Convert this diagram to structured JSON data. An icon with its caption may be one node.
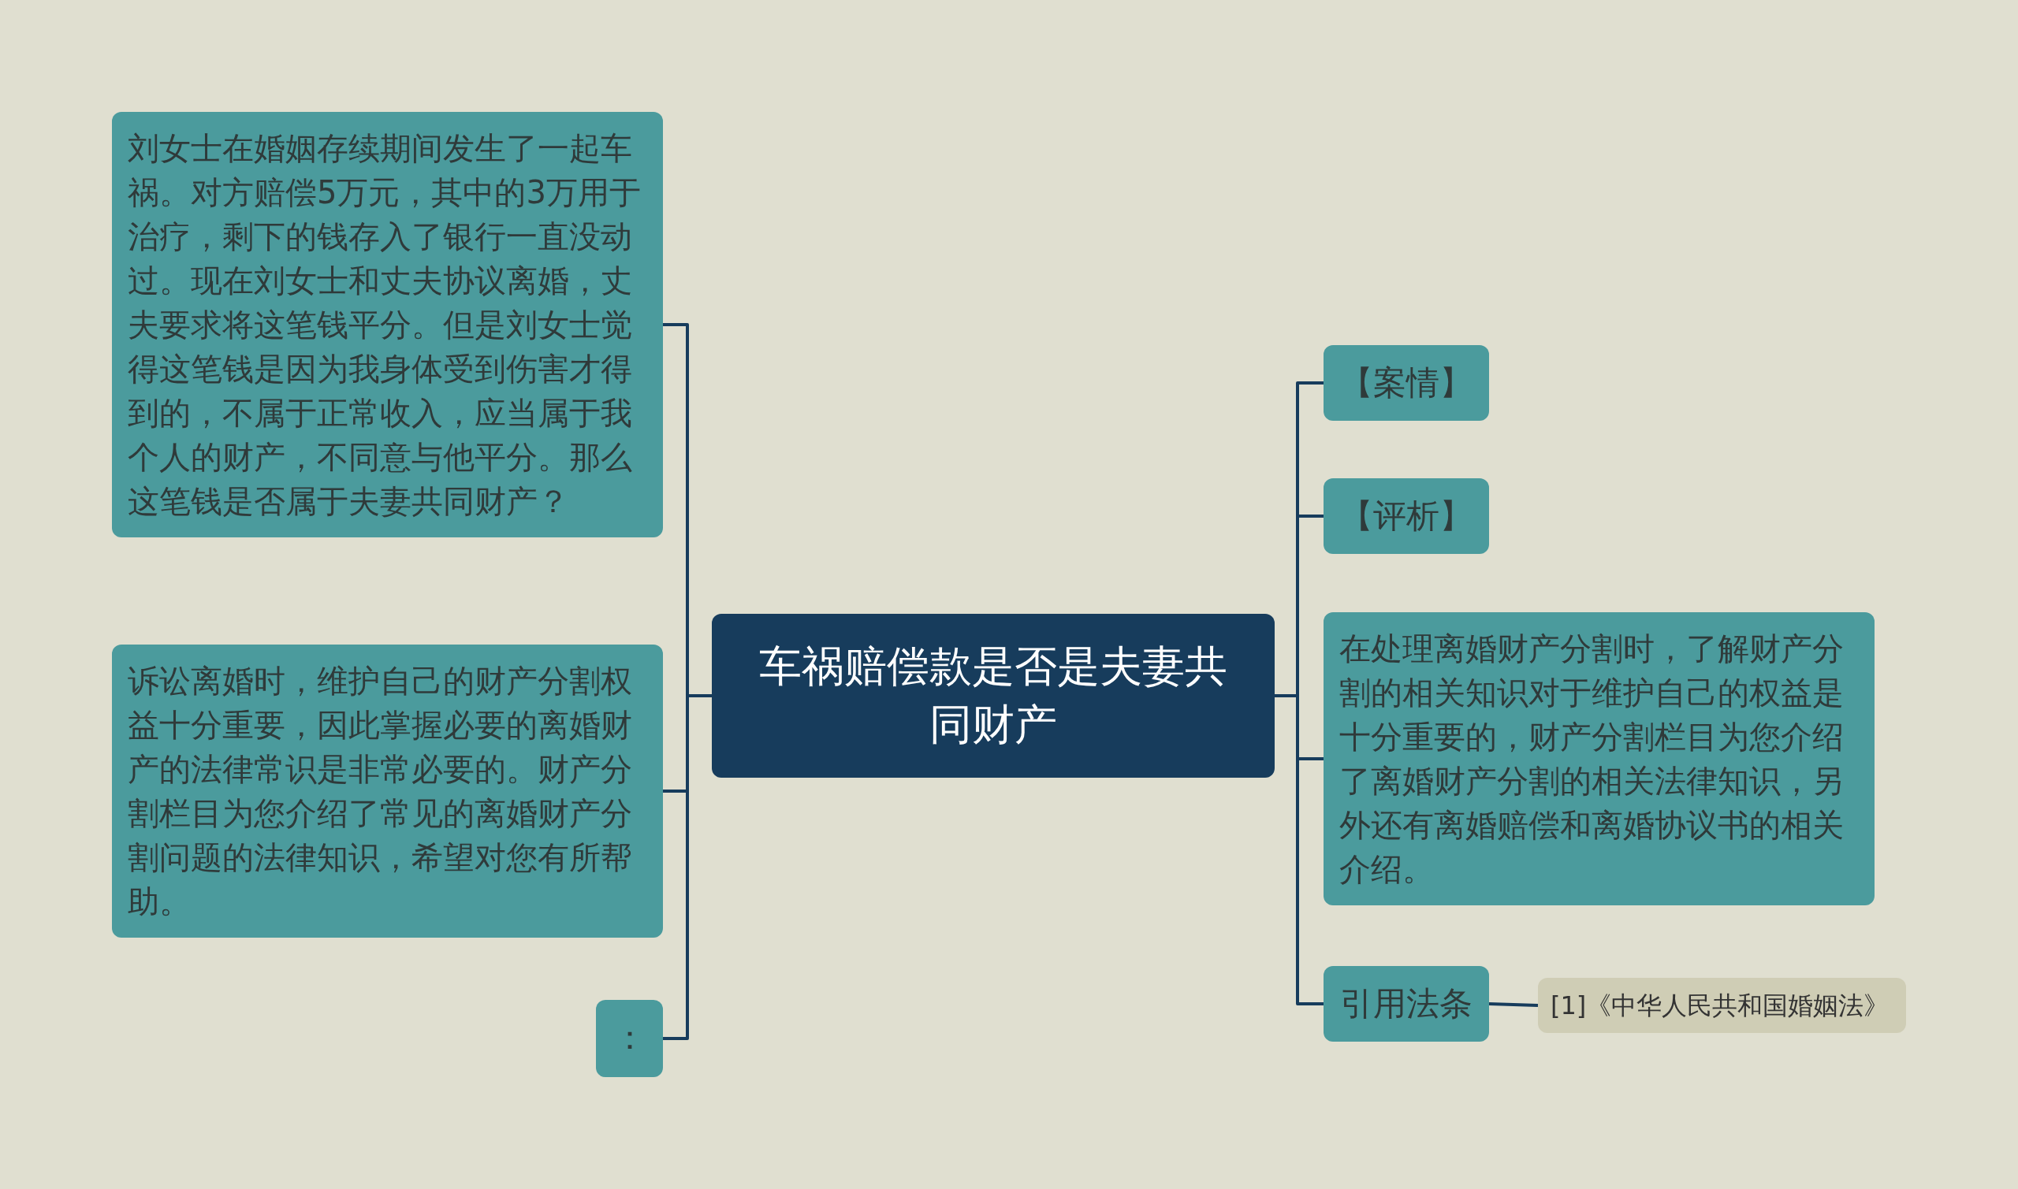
{
  "diagram": {
    "nodes": [
      {
        "text": [
          "车祸赔偿款是否是夫妻共同财产"
        ]
      },
      {
        "text": [
          "刘女士在婚姻存续期间发生了一起车祸。对方赔偿5万元，其中的3万用于治疗，剩下的钱存入了银行一直没动过。现在刘女士和丈夫协议离婚，丈夫要求将这笔钱平分。但是刘女士觉得这笔钱是因为我身体受到伤害才得到的，不属于正常收入，应当属于我个人的财产，不同意与他平分。那么这笔钱是否属于夫妻共同财产？"
        ]
      },
      {
        "text": [
          "诉讼离婚时，维护自己的财产分割权益十分重要，因此掌握必要的离婚财产的法律常识是非常必要的。财产分割栏目为您介绍了常见的离婚财产分割问题的法律知识，希望对您有所帮助。"
        ]
      },
      {
        "text": [
          "："
        ]
      },
      {
        "text": [
          "【案情】"
        ]
      },
      {
        "text": [
          "【评析】"
        ]
      },
      {
        "text": [
          "在处理离婚财产分割时，了解财产分割的相关知识对于维护自己的权益是十分重要的，财产分割栏目为您介绍了离婚财产分割的相关法律知识，另外还有离婚赔偿和离婚协议书的相关介绍。"
        ]
      },
      {
        "text": [
          "引用法条"
        ]
      },
      {
        "text": [
          "[1]《中华人民共和国婚姻法》"
        ]
      }
    ],
    "edges": [
      {
        "from": 0,
        "to": 1,
        "arrow": "none"
      },
      {
        "from": 0,
        "to": 2,
        "arrow": "none"
      },
      {
        "from": 0,
        "to": 3,
        "arrow": "none"
      },
      {
        "from": 0,
        "to": 4,
        "arrow": "none"
      },
      {
        "from": 0,
        "to": 5,
        "arrow": "none"
      },
      {
        "from": 0,
        "to": 6,
        "arrow": "none"
      },
      {
        "from": 0,
        "to": 7,
        "arrow": "none"
      },
      {
        "from": 7,
        "to": 8,
        "arrow": "none"
      }
    ]
  }
}
